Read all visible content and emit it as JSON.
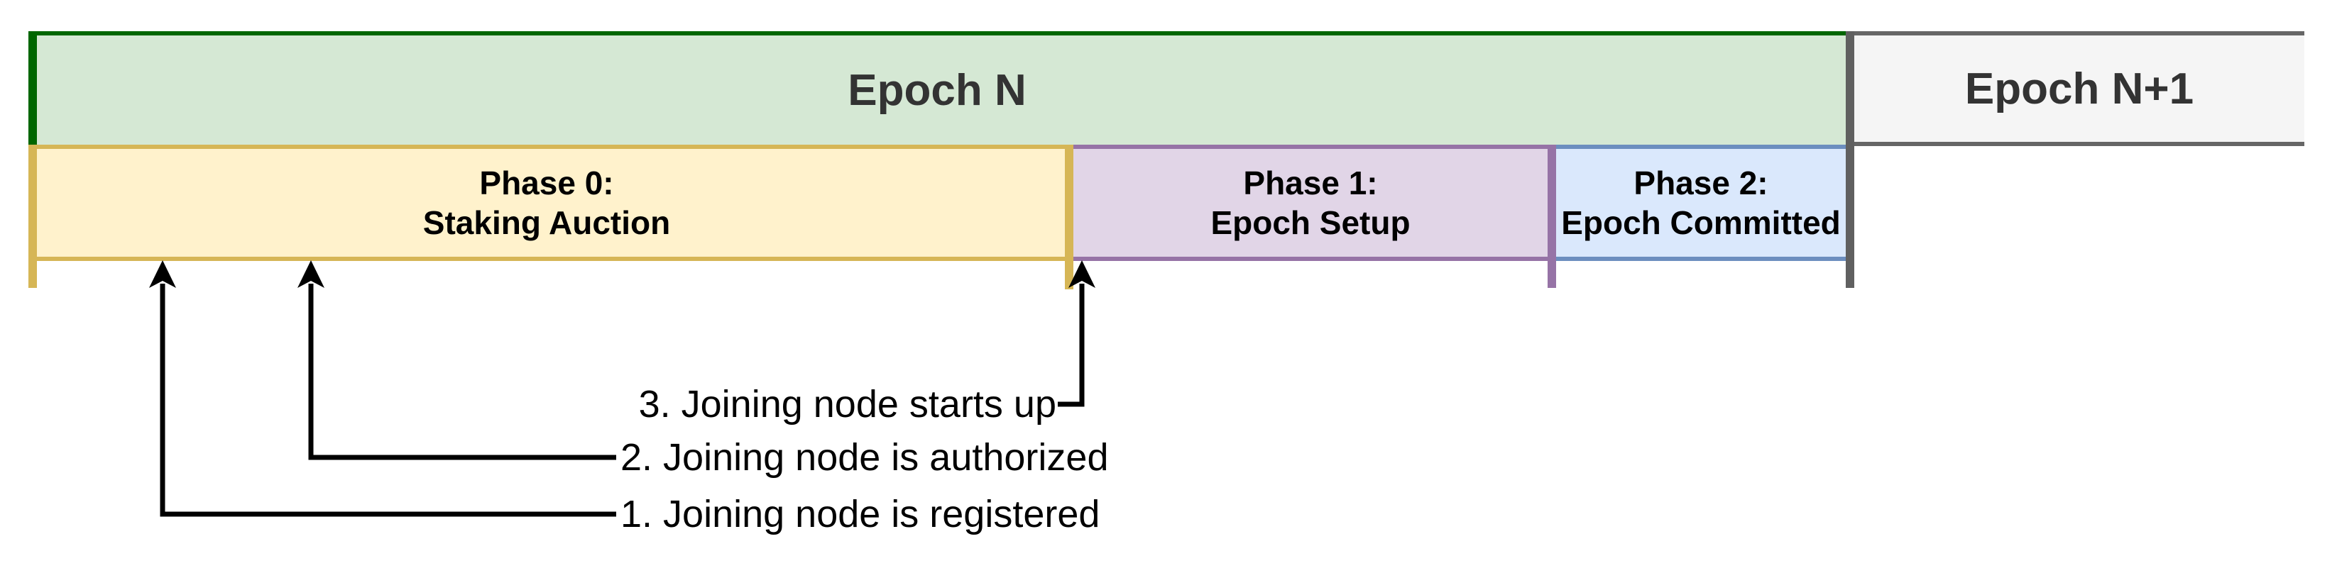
{
  "epochs": [
    {
      "label": "Epoch N",
      "fill": "#d5e8d4",
      "marker_color": "#006600",
      "text_color": "#333333"
    },
    {
      "label": "Epoch N+1",
      "fill": "#f5f5f5",
      "marker_color": "#606060",
      "border": "#666666",
      "text_color": "#333333"
    }
  ],
  "phases": [
    {
      "title": "Phase 0:",
      "subtitle": "Staking Auction",
      "fill": "#fff2cc",
      "border": "#d6b656"
    },
    {
      "title": "Phase 1:",
      "subtitle": "Epoch Setup",
      "fill": "#e1d5e7",
      "border": "#9673a6"
    },
    {
      "title": "Phase 2:",
      "subtitle": "Epoch Committed",
      "fill": "#dae8fc",
      "border": "#6c8ebf"
    }
  ],
  "events": [
    {
      "label": "1. Joining node is registered",
      "points_to": "early Phase 0"
    },
    {
      "label": "2. Joining node is authorized",
      "points_to": "mid Phase 0"
    },
    {
      "label": "3. Joining node starts up",
      "points_to": "start of Phase 1"
    }
  ],
  "annotation": {
    "line_color": "#000000"
  }
}
